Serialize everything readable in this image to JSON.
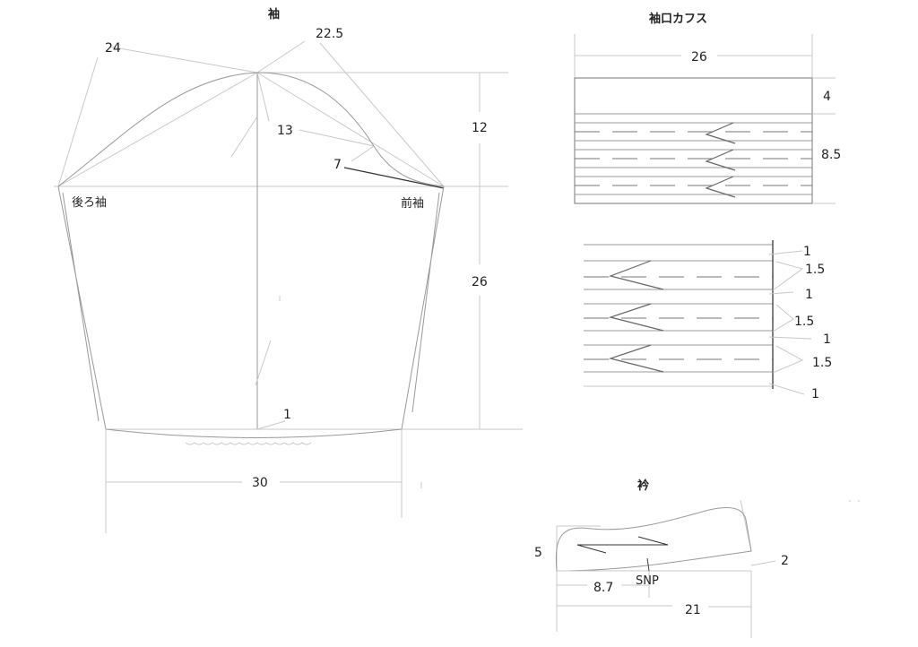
{
  "sleeve": {
    "title": "袖",
    "back_label": "後ろ袖",
    "front_label": "前袖",
    "dims": {
      "back_cap": "24",
      "front_cap": "22.5",
      "cap_height": "12",
      "cap_guide": "13",
      "front_curve": "7",
      "underarm_length": "26",
      "hem_ease": "1",
      "hem_width": "30"
    }
  },
  "cuff": {
    "title": "袖口カフス",
    "width": "26",
    "band": "4",
    "pleat_section": "8.5"
  },
  "pleat_detail": {
    "labels": [
      "1",
      "1.5",
      "1",
      "1.5",
      "1",
      "1.5",
      "1"
    ]
  },
  "collar": {
    "title": "衿",
    "height": "5",
    "end": "2",
    "snp_label": "SNP",
    "to_snp": "8.7",
    "length": "21"
  }
}
